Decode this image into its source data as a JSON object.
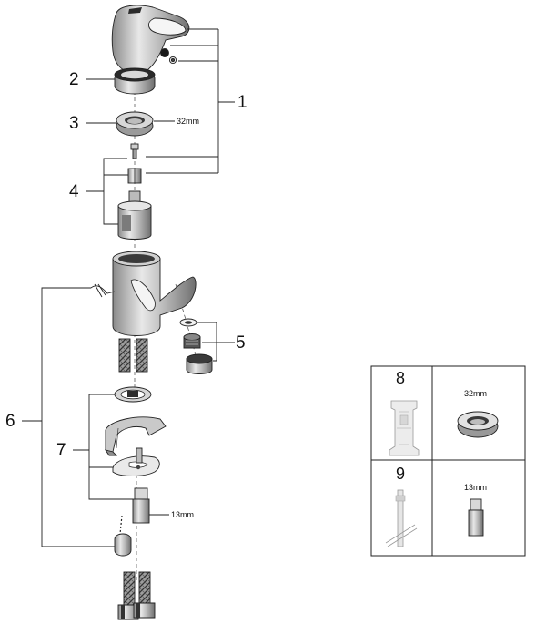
{
  "callouts": {
    "c1": "1",
    "c2": "2",
    "c3": "3",
    "c4": "4",
    "c5": "5",
    "c6": "6",
    "c7": "7"
  },
  "dimensions": {
    "ring_32": "32mm",
    "nut_13": "13mm"
  },
  "spare_box": {
    "cell_8": {
      "number": "8",
      "dimension": "32mm"
    },
    "cell_9": {
      "number": "9",
      "dimension": "13mm"
    }
  }
}
